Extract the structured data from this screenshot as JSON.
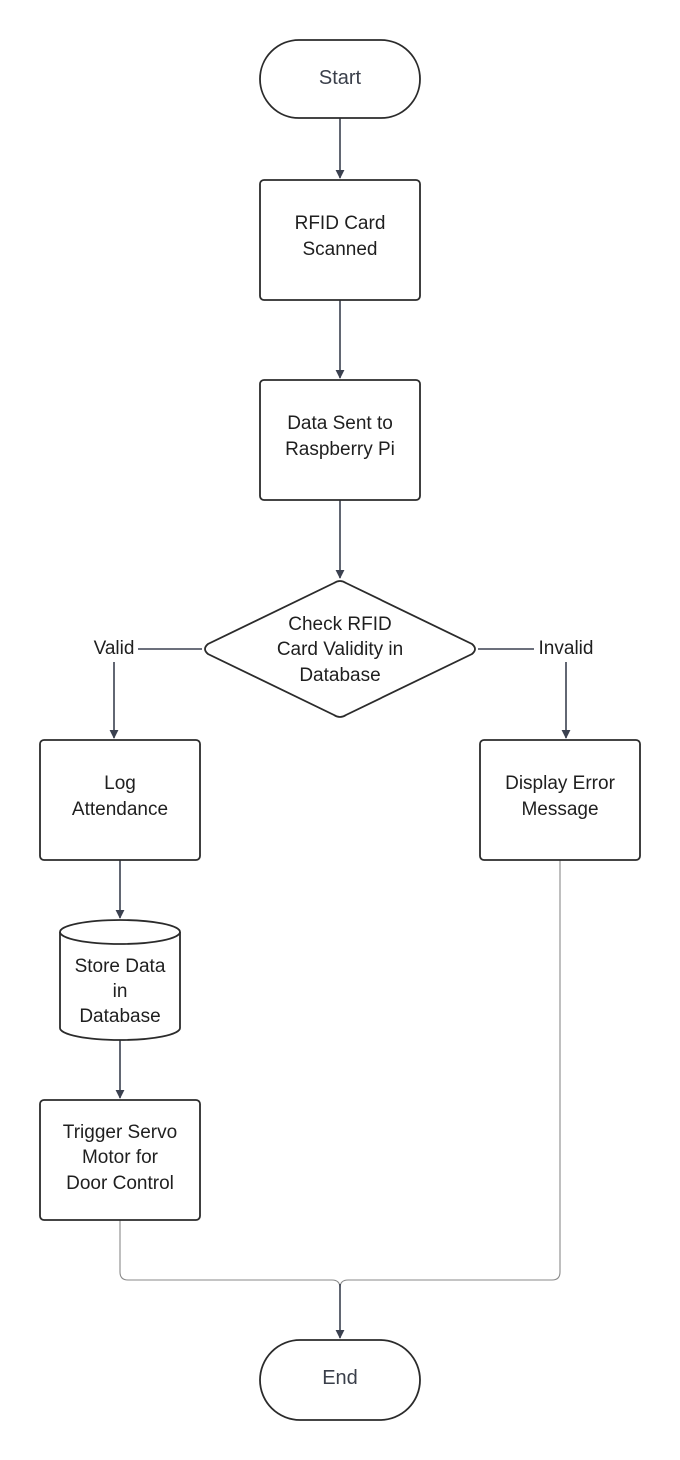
{
  "colors": {
    "stroke": "#2b2b2b",
    "arrow": "#3b4150",
    "thin_connector": "#8a8a8a",
    "background": "#ffffff"
  },
  "nodes": {
    "start": {
      "lines": [
        "Start"
      ]
    },
    "scan": {
      "lines": [
        "RFID Card",
        "Scanned"
      ]
    },
    "sent": {
      "lines": [
        "Data Sent to",
        "Raspberry Pi"
      ]
    },
    "check": {
      "lines": [
        "Check RFID",
        "Card Validity in",
        "Database"
      ]
    },
    "log": {
      "lines": [
        "Log",
        "Attendance"
      ]
    },
    "error": {
      "lines": [
        "Display Error",
        "Message"
      ]
    },
    "store": {
      "lines": [
        "Store Data",
        "in",
        "Database"
      ]
    },
    "servo": {
      "lines": [
        "Trigger Servo",
        "Motor for",
        "Door Control"
      ]
    },
    "end": {
      "lines": [
        "End"
      ]
    }
  },
  "edge_labels": {
    "valid": "Valid",
    "invalid": "Invalid"
  }
}
